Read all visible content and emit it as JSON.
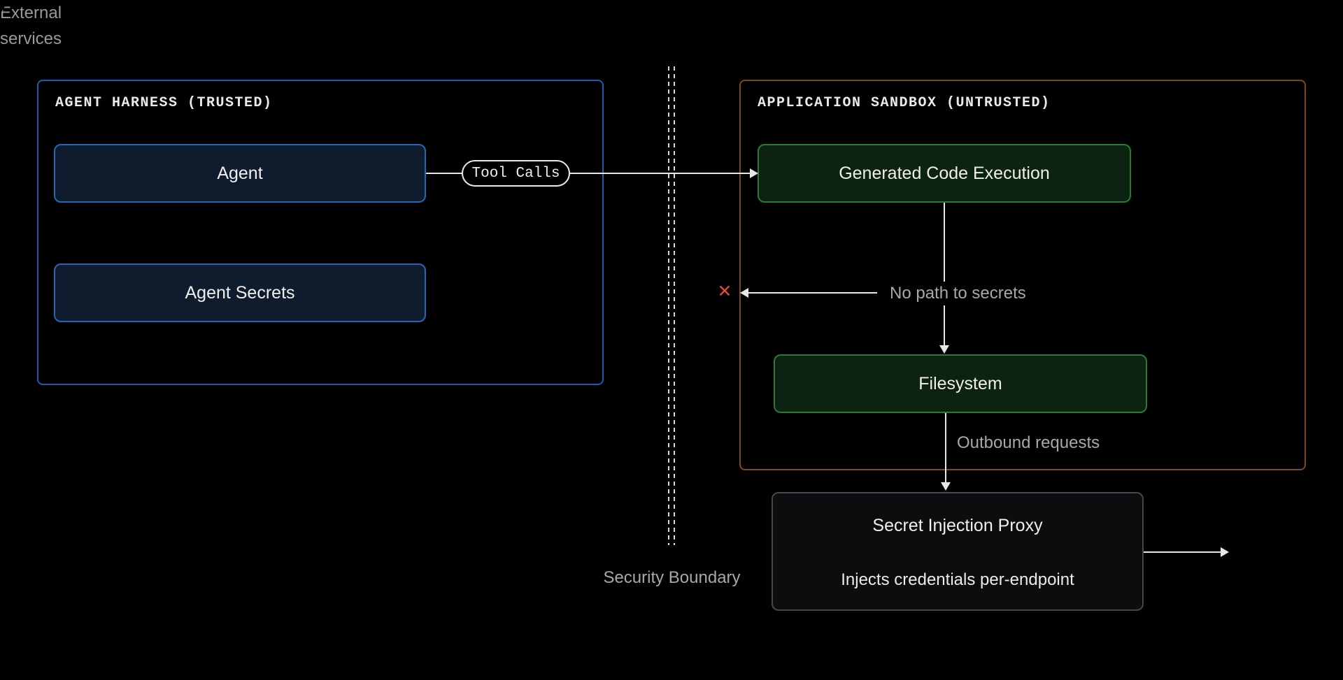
{
  "diagram": {
    "type": "security-architecture",
    "harness": {
      "title": "AGENT HARNESS (TRUSTED)",
      "nodes": {
        "agent": "Agent",
        "agent_secrets": "Agent Secrets"
      }
    },
    "sandbox": {
      "title": "APPLICATION SANDBOX (UNTRUSTED)",
      "nodes": {
        "codegen": "Generated Code Execution",
        "filesystem": "Filesystem"
      }
    },
    "proxy": {
      "title": "Secret Injection Proxy",
      "subtitle": "Injects credentials per-endpoint"
    },
    "labels": {
      "tool_calls": "Tool Calls",
      "no_path": "No path to secrets",
      "outbound": "Outbound requests",
      "security_boundary": "Security Boundary",
      "blocked_x": "✕"
    },
    "external": {
      "line1": "External",
      "line2": "services"
    },
    "edges": [
      {
        "from": "agent",
        "to": "codegen",
        "label": "Tool Calls"
      },
      {
        "from": "codegen",
        "to": "filesystem",
        "label": "No path to secrets"
      },
      {
        "from": "codegen",
        "to": "security-boundary",
        "label": "No path to secrets",
        "blocked": true
      },
      {
        "from": "filesystem",
        "to": "proxy",
        "label": "Outbound requests"
      },
      {
        "from": "proxy",
        "to": "external-services",
        "label": ""
      }
    ]
  },
  "colors": {
    "background": "#000000",
    "harness_border": "#1a5cb2",
    "harness_node_bg": "#0f1c2e",
    "harness_node_border": "#2569b4",
    "sandbox_border": "#7d4a12",
    "sandbox_node_bg": "#0c2311",
    "sandbox_node_border": "#2b7a33",
    "proxy_bg": "#0c0d0e",
    "proxy_border": "#45474a",
    "arrow": "#e8e8e6",
    "annotation_text": "#a6a8aa",
    "blocked_x": "#dc4b3c",
    "text_primary": "#f1efeb",
    "boundary_dash": "#d9d9d9"
  }
}
